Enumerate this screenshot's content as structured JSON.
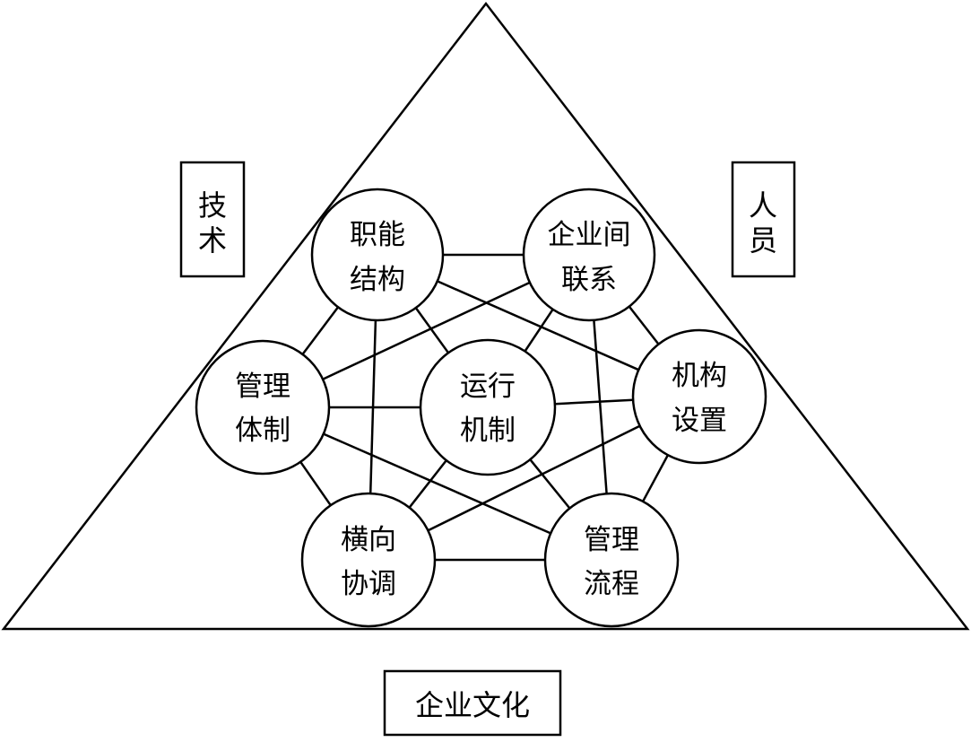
{
  "diagram": {
    "side_labels": {
      "left": [
        "技",
        "术"
      ],
      "right": [
        "人",
        "员"
      ],
      "bottom": "企业文化"
    },
    "nodes": [
      {
        "id": "zhineng",
        "lines": [
          "职能",
          "结构"
        ]
      },
      {
        "id": "qiyejian",
        "lines": [
          "企业间",
          "联系"
        ]
      },
      {
        "id": "guanli-tizhi",
        "lines": [
          "管理",
          "体制"
        ]
      },
      {
        "id": "yunxing",
        "lines": [
          "运行",
          "机制"
        ]
      },
      {
        "id": "jigou",
        "lines": [
          "机构",
          "设置"
        ]
      },
      {
        "id": "hengxiang",
        "lines": [
          "横向",
          "协调"
        ]
      },
      {
        "id": "guanli-liucheng",
        "lines": [
          "管理",
          "流程"
        ]
      }
    ],
    "edges": [
      [
        "zhineng",
        "qiyejian"
      ],
      [
        "zhineng",
        "guanli-tizhi"
      ],
      [
        "zhineng",
        "yunxing"
      ],
      [
        "zhineng",
        "jigou"
      ],
      [
        "zhineng",
        "hengxiang"
      ],
      [
        "qiyejian",
        "guanli-tizhi"
      ],
      [
        "qiyejian",
        "yunxing"
      ],
      [
        "qiyejian",
        "jigou"
      ],
      [
        "qiyejian",
        "guanli-liucheng"
      ],
      [
        "guanli-tizhi",
        "yunxing"
      ],
      [
        "guanli-tizhi",
        "hengxiang"
      ],
      [
        "guanli-tizhi",
        "guanli-liucheng"
      ],
      [
        "yunxing",
        "jigou"
      ],
      [
        "yunxing",
        "hengxiang"
      ],
      [
        "yunxing",
        "guanli-liucheng"
      ],
      [
        "jigou",
        "hengxiang"
      ],
      [
        "jigou",
        "guanli-liucheng"
      ],
      [
        "hengxiang",
        "guanli-liucheng"
      ]
    ]
  }
}
